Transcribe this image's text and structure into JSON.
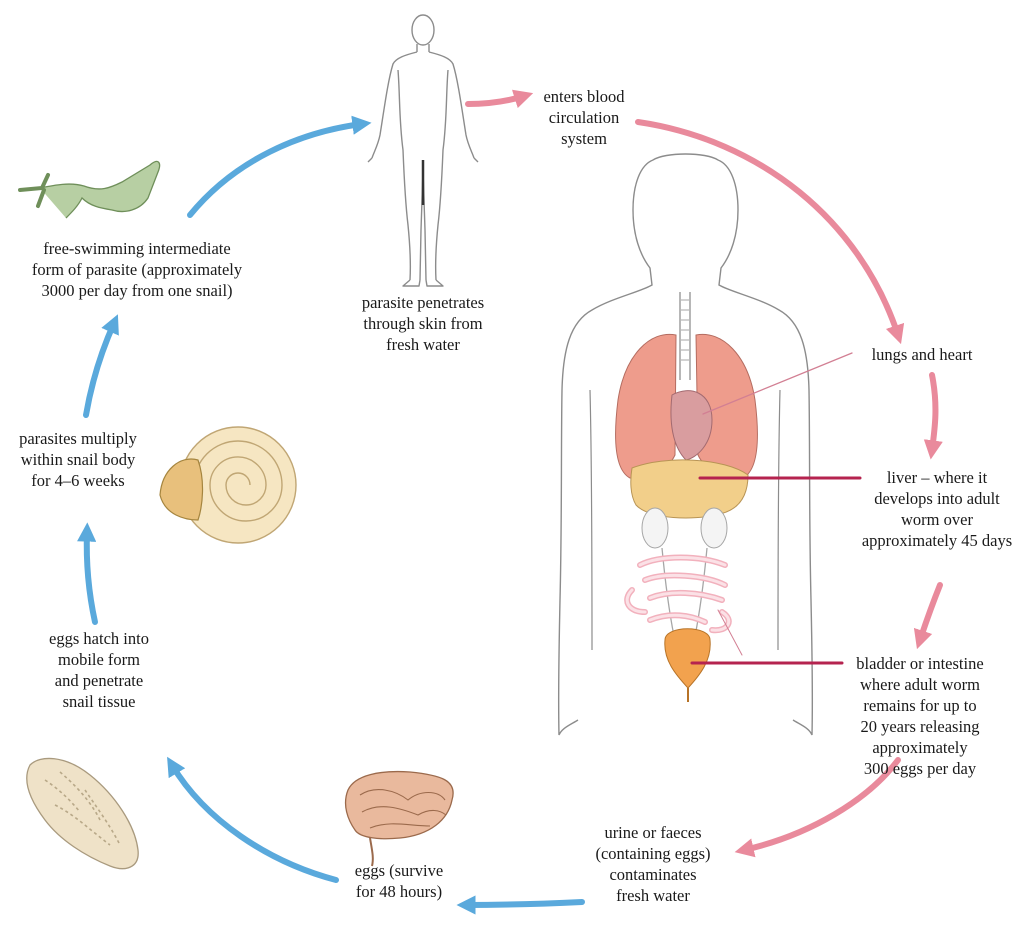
{
  "colors": {
    "human_stage_arrow": "#e98a9c",
    "environment_stage_arrow": "#5aa9dc",
    "organ_pointer": "#b5234f",
    "lungs": "#ee9c8c",
    "liver": "#f2cf8a",
    "bladder": "#f2a24e",
    "intestine": "#f6c6cf",
    "body_outline": "#8c8c8c"
  },
  "icons": [
    "human-figure-icon",
    "human-torso-icon",
    "cercaria-icon",
    "snail-shell-icon",
    "egg-cluster-icon",
    "miracidium-icon"
  ],
  "labels": {
    "skin": [
      "parasite penetrates",
      "through skin from",
      "fresh water"
    ],
    "blood": [
      "enters blood",
      "circulation",
      "system"
    ],
    "lungs": [
      "lungs and heart"
    ],
    "liver": [
      "liver – where it",
      "develops into adult",
      "worm over",
      "approximately 45 days"
    ],
    "bladder": [
      "bladder or intestine",
      "where adult worm",
      "remains for up to",
      "20 years releasing",
      "approximately",
      "300 eggs per day"
    ],
    "urine": [
      "urine or faeces",
      "(containing eggs)",
      "contaminates",
      "fresh water"
    ],
    "eggs": [
      "eggs (survive",
      "for 48 hours)"
    ],
    "hatch": [
      "eggs hatch into",
      "mobile form",
      "and penetrate",
      "snail tissue"
    ],
    "multiply": [
      "parasites multiply",
      "within snail body",
      "for 4–6 weeks"
    ],
    "free": [
      "free-swimming intermediate",
      "form of parasite (approximately",
      "3000 per day from one snail)"
    ]
  }
}
